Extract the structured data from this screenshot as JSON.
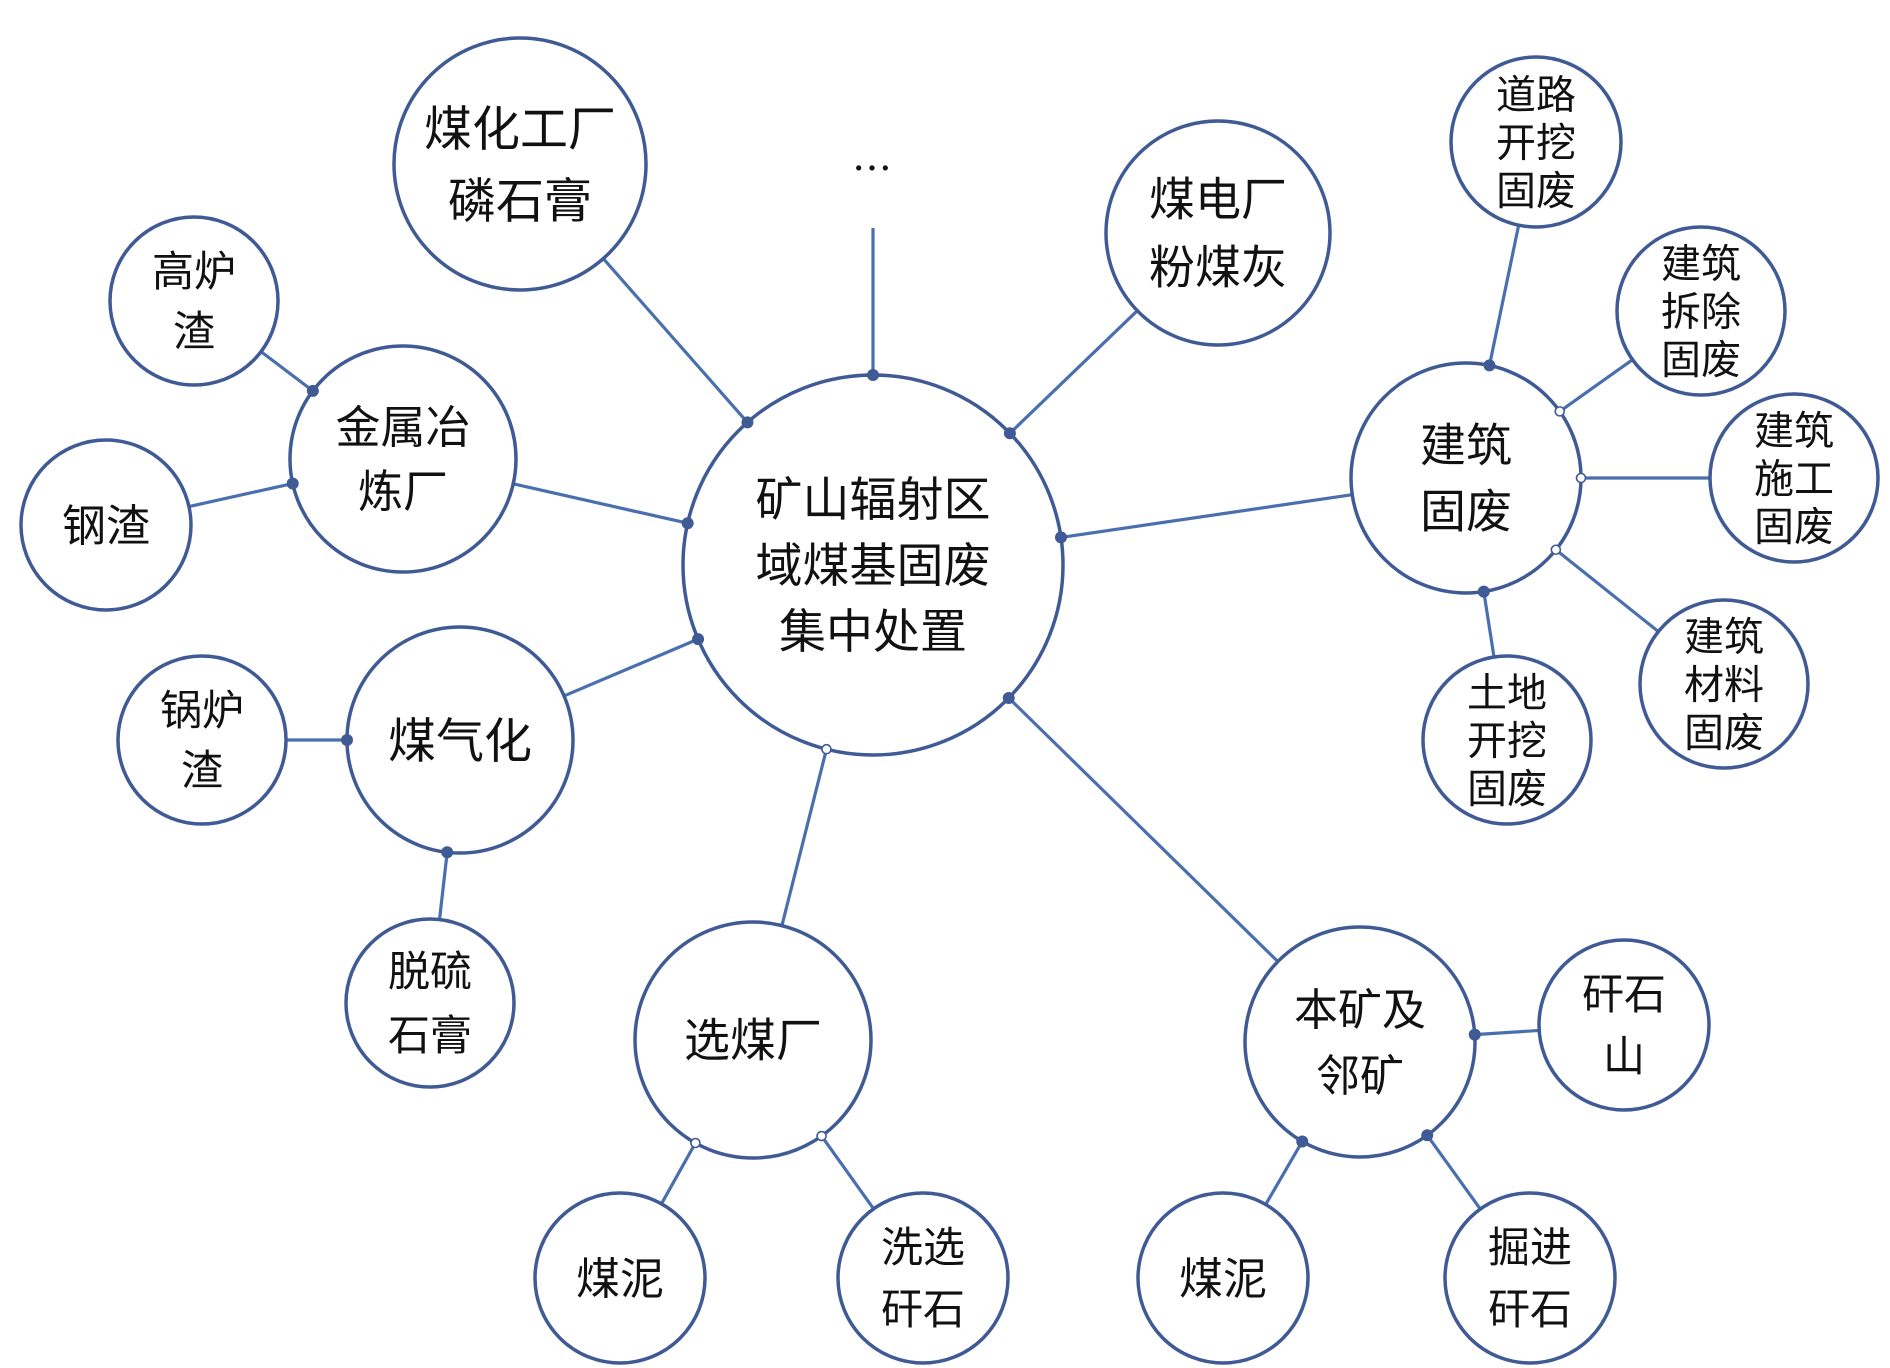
{
  "nodes": {
    "center": [
      "矿山辐射区",
      "域煤基固废",
      "集中处置"
    ],
    "coal_chem": [
      "煤化工厂",
      "磷石膏"
    ],
    "coal_power": [
      "煤电厂",
      "粉煤灰"
    ],
    "metal": [
      "金属冶",
      "炼厂"
    ],
    "blast_slag": [
      "高炉",
      "渣"
    ],
    "steel_slag": [
      "钢渣"
    ],
    "gasification": [
      "煤气化"
    ],
    "boiler_slag": [
      "锅炉",
      "渣"
    ],
    "desulf": [
      "脱硫",
      "石膏"
    ],
    "prep_plant": [
      "选煤厂"
    ],
    "slime_a": [
      "煤泥"
    ],
    "wash_gangue": [
      "洗选",
      "矸石"
    ],
    "mine": [
      "本矿及",
      "邻矿"
    ],
    "slime_b": [
      "煤泥"
    ],
    "dig_gangue": [
      "掘进",
      "矸石"
    ],
    "gangue_hill": [
      "矸石",
      "山"
    ],
    "construction": [
      "建筑",
      "固废"
    ],
    "road": [
      "道路",
      "开挖",
      "固废"
    ],
    "demolition": [
      "建筑",
      "拆除",
      "固废"
    ],
    "build": [
      "建筑",
      "施工",
      "固废"
    ],
    "material": [
      "建筑",
      "材料",
      "固废"
    ],
    "land": [
      "土地",
      "开挖",
      "固废"
    ]
  },
  "ellipsis": "…"
}
